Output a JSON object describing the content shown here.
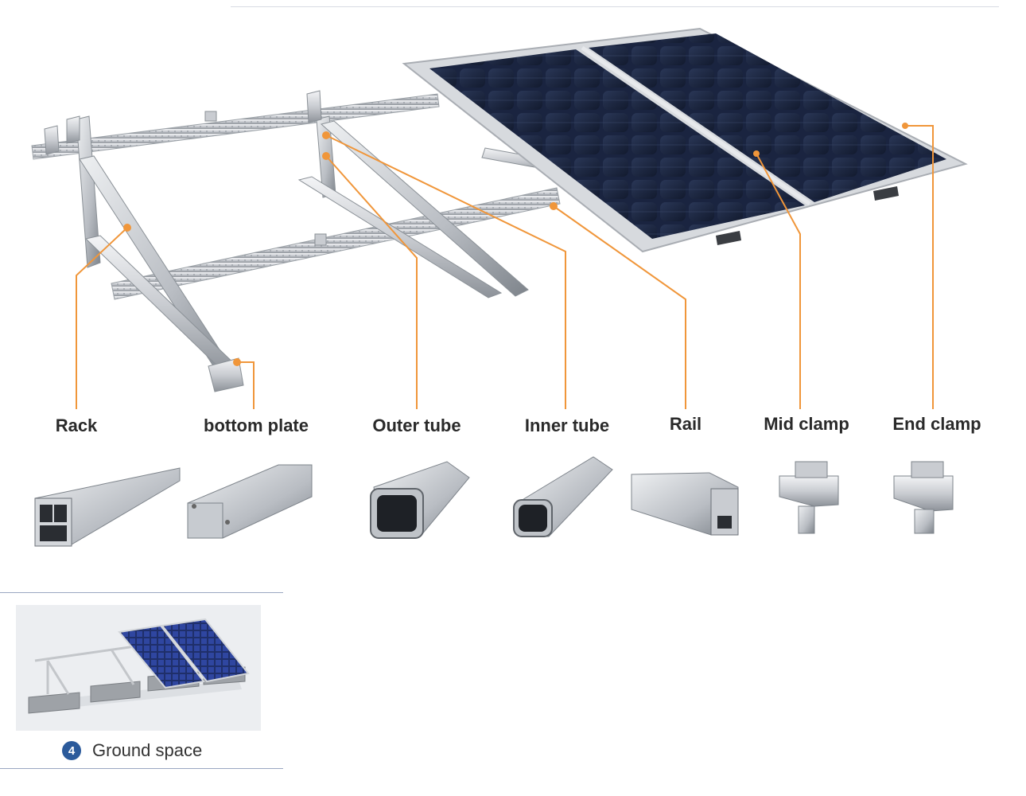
{
  "labels": {
    "rack": "Rack",
    "bottom_plate": "bottom plate",
    "outer_tube": "Outer tube",
    "inner_tube": "Inner tube",
    "rail": "Rail",
    "mid_clamp": "Mid clamp",
    "end_clamp": "End clamp"
  },
  "inset": {
    "number": "4",
    "caption": "Ground space"
  },
  "colors": {
    "leader": "#f0963a",
    "panel": "#1c2741",
    "frame": "#cfd3d8",
    "badge": "#2b5a9b"
  }
}
